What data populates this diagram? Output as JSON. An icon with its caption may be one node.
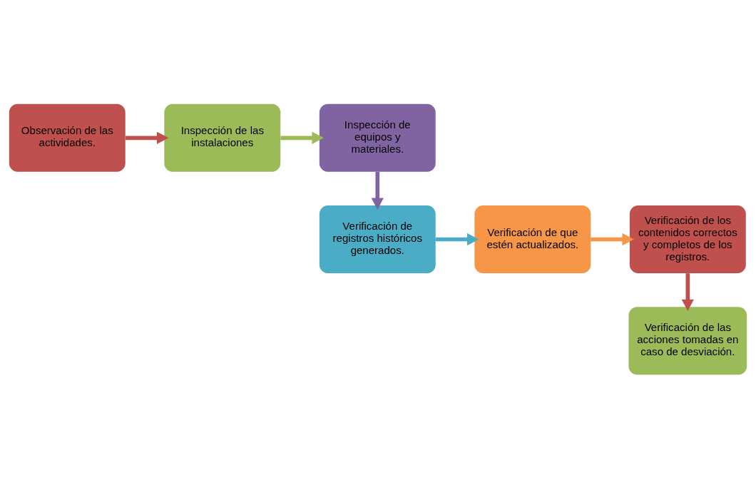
{
  "diagram": {
    "nodes": [
      {
        "text": [
          "Observación de las actividades."
        ]
      },
      {
        "text": [
          "Inspección de las instalaciones"
        ]
      },
      {
        "text": [
          "Inspección de equipos y materiales."
        ]
      },
      {
        "text": [
          "Verificación de registros históricos generados."
        ]
      },
      {
        "text": [
          "Verificación de que estén actualizados."
        ]
      },
      {
        "text": [
          "Verificación de los contenidos correctos y completos de los registros."
        ]
      },
      {
        "text": [
          "Verificación de las acciones tomadas en caso de desviación."
        ]
      }
    ],
    "edges": [
      {
        "from": 0,
        "to": 1,
        "arrow": "to",
        "color": "#c0504d"
      },
      {
        "from": 1,
        "to": 2,
        "arrow": "to",
        "color": "#9bbb59"
      },
      {
        "from": 2,
        "to": 3,
        "arrow": "to",
        "color": "#8064a2"
      },
      {
        "from": 3,
        "to": 4,
        "arrow": "to",
        "color": "#4bacc6"
      },
      {
        "from": 4,
        "to": 5,
        "arrow": "to",
        "color": "#f79646"
      },
      {
        "from": 5,
        "to": 6,
        "arrow": "to",
        "color": "#c0504d"
      }
    ]
  }
}
